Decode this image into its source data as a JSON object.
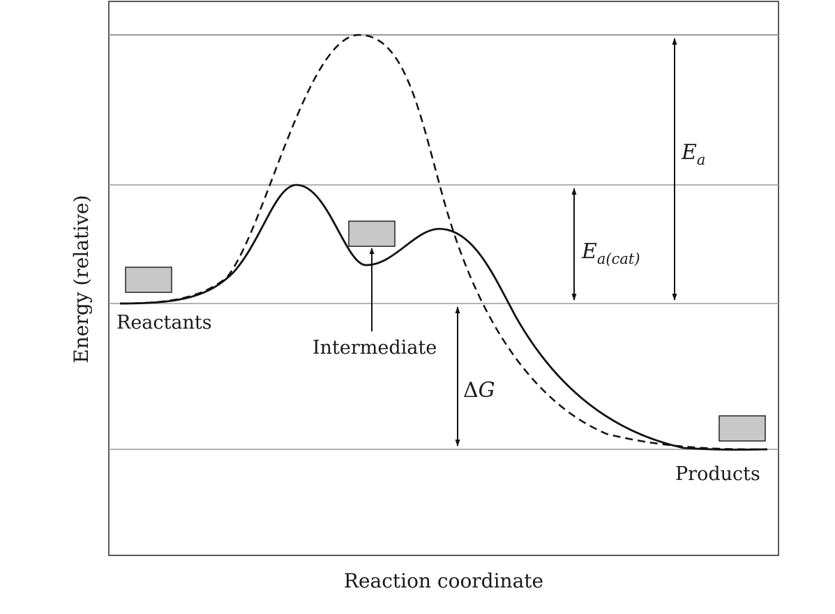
{
  "x_axis_label": "Reaction coordinate",
  "y_axis_label": "Energy (relative)",
  "labels": {
    "reactants": "Reactants",
    "intermediate": "Intermediate",
    "products": "Products"
  },
  "annotations": {
    "ea_symbol": "E",
    "ea_sub": "a",
    "ea_cat_symbol": "E",
    "ea_cat_sub": "a(cat)",
    "delta_g_prefix": "Δ",
    "delta_g_symbol": "G"
  },
  "colors": {
    "line": "#111111",
    "grid": "#9a9a9a",
    "box_fill": "#c8c8c8"
  }
}
